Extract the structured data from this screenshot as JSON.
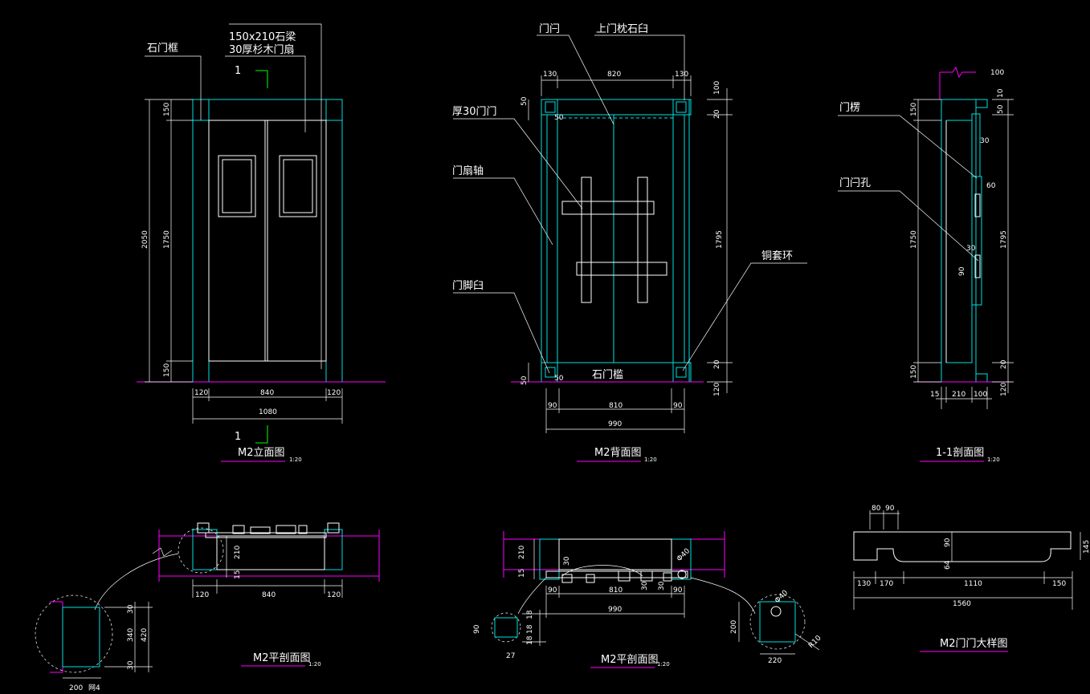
{
  "colors": {
    "background": "#000000",
    "outline": "#00e0e0",
    "line": "#ffffff",
    "title_underline": "#ff00ff",
    "section_mark": "#00ff00"
  },
  "elevation": {
    "title": "M2立面图",
    "scale": "1:20",
    "label_stone_lintel": "150x210石梁",
    "label_stone_frame": "石门框",
    "label_leaf": "30厚杉木门扇",
    "section_no_top": "1",
    "section_no_bottom": "1",
    "dim_total_h": "2050",
    "dim_top": "150",
    "dim_mid": "1750",
    "dim_bot": "150",
    "dim_left": "120",
    "dim_center": "840",
    "dim_right": "120",
    "dim_total_w": "1080"
  },
  "back": {
    "title": "M2背面图",
    "scale": "1:20",
    "label_door_bolt": "门闩",
    "label_top_hinge": "上门枕石臼",
    "label_leaf": "厚30门门",
    "label_pivot": "门扇轴",
    "label_bottom_socket": "门脚臼",
    "label_ring": "铜套环",
    "label_sill": "石门槛",
    "dim_top_l": "130",
    "dim_top_c": "820",
    "dim_top_r": "130",
    "dim_r_top": "100",
    "dim_r_20a": "20",
    "dim_r_mid": "1795",
    "dim_r_20b": "20",
    "dim_r_bot": "120",
    "dim_l_50a": "50",
    "dim_l_50b": "50",
    "dim_50a": "50",
    "dim_50b": "50",
    "dim_bot_l": "90",
    "dim_bot_c": "810",
    "dim_bot_r": "90",
    "dim_bot_total": "990"
  },
  "section": {
    "title": "1-1剖面图",
    "scale": "1:20",
    "label_leaf": "门楞",
    "label_bolt_hole": "门闩孔",
    "dim_top": "100",
    "dim_10": "10",
    "dim_50": "50",
    "dim_30a": "30",
    "dim_60": "60",
    "dim_30b": "30",
    "dim_90": "90",
    "dim_l_150a": "150",
    "dim_l_1750": "1750",
    "dim_l_150b": "150",
    "dim_r_1795": "1795",
    "dim_r_20": "20",
    "dim_r_120": "120",
    "dim_b_15": "15",
    "dim_b_210": "210",
    "dim_b_100": "100"
  },
  "plan1": {
    "title": "M2平剖面图",
    "scale": "1:20",
    "dim_210": "210",
    "dim_15": "15",
    "dim_left": "120",
    "dim_center": "840",
    "dim_right": "120",
    "detail_30": "30",
    "detail_340": "340",
    "detail_420": "420",
    "detail_30b": "30",
    "detail_200": "200",
    "detail_note": "网4"
  },
  "plan2": {
    "title": "M2平剖面图",
    "scale": "1:20",
    "dim_210": "210",
    "dim_15": "15",
    "dim_30a": "30",
    "dim_30b": "30",
    "dim_30c": "30",
    "dim_phi": "Φ40",
    "dim_l": "90",
    "dim_c": "810",
    "dim_r": "90",
    "dim_total": "990",
    "det_90": "90",
    "det_18a": "18",
    "det_18b": "18",
    "det_18c": "18",
    "det_27": "27",
    "det_200": "200",
    "det_220": "220",
    "det_phi": "Φ40",
    "det_r": "R10"
  },
  "sill": {
    "title": "M2门门大样图",
    "dim_80": "80",
    "dim_90": "90",
    "dim_90b": "90",
    "dim_64": "64",
    "dim_145": "145",
    "dim_130": "130",
    "dim_170": "170",
    "dim_1110": "1110",
    "dim_150": "150",
    "dim_1560": "1560"
  }
}
